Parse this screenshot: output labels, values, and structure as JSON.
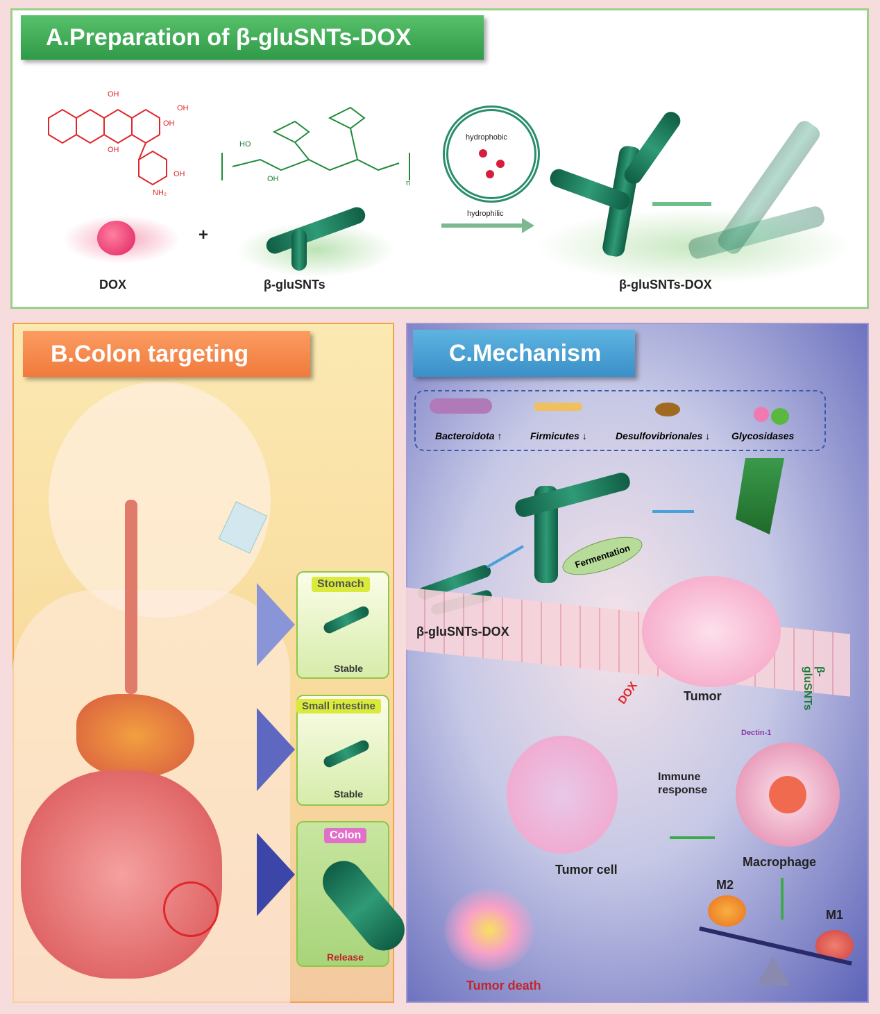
{
  "panel_a": {
    "title": "A.Preparation of β-gluSNTs-DOX",
    "dox_groups": {
      "oh1": "OH",
      "oh2": "OH",
      "oh3": "OH",
      "oh4": "OH",
      "oh5": "OH",
      "nh2": "NH₂"
    },
    "glucan_groups": {
      "ho": "HO",
      "oh": "OH",
      "n": "n"
    },
    "plus": "+",
    "dox_label": "DOX",
    "glusnts_label": "β-gluSNTs",
    "hydrophobic": "hydrophobic",
    "hydrophilic": "hydrophilic",
    "product_label": "β-gluSNTs-DOX"
  },
  "panel_b": {
    "title": "B.Colon targeting",
    "stages": [
      {
        "name": "Stomach",
        "state": "Stable"
      },
      {
        "name": "Small intestine",
        "state": "Stable"
      },
      {
        "name": "Colon",
        "state": "Release"
      }
    ]
  },
  "panel_c": {
    "title": "C.Mechanism",
    "microbes": [
      {
        "name": "Bacteroidota",
        "trend": "↑"
      },
      {
        "name": "Firmicutes",
        "trend": "↓"
      },
      {
        "name": "Desulfovibrionales",
        "trend": "↓"
      },
      {
        "name": "Glycosidases",
        "trend": ""
      }
    ],
    "fermentation": "Fermentation",
    "drug_label": "β-gluSNTs-DOX",
    "tumor": "Tumor",
    "dox": "DOX",
    "glusnts": "β-gluSNTs",
    "dectin": "Dectin-1",
    "immune": "Immune response",
    "macrophage": "Macrophage",
    "tumor_cell": "Tumor cell",
    "tumor_death": "Tumor death",
    "m2": "M2",
    "m1": "M1"
  },
  "colors": {
    "green": "#2f9a48",
    "orange": "#f07a3c",
    "blue": "#3a8fc8",
    "dox_red": "#e0262b",
    "tube": "#1f7a5a"
  }
}
